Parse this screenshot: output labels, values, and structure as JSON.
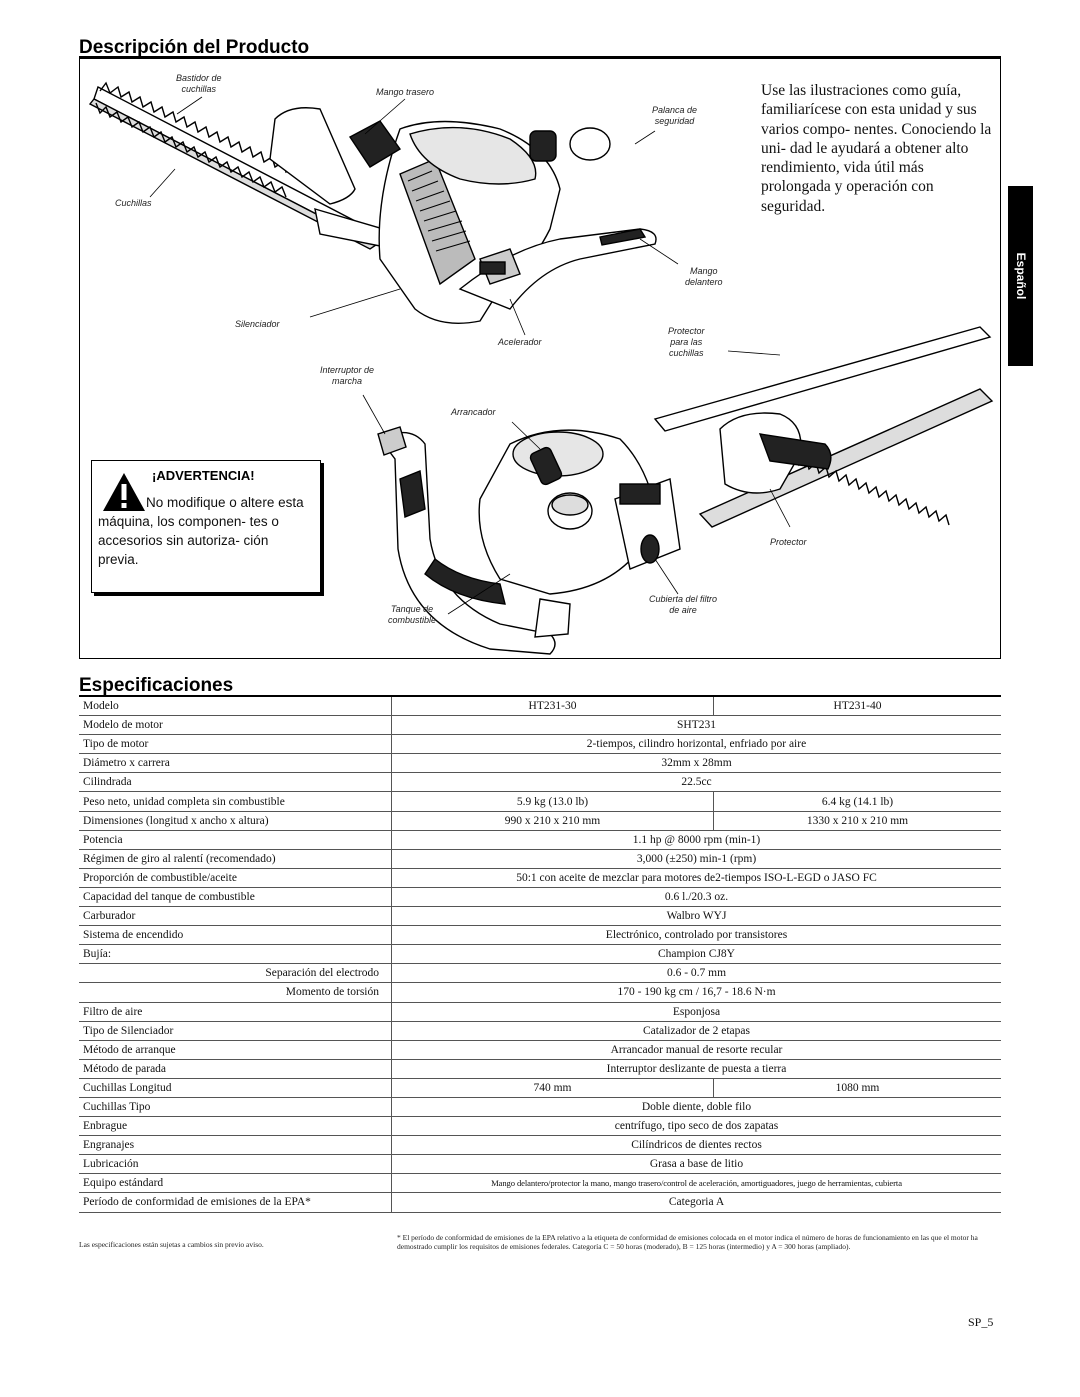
{
  "headings": {
    "description": "Descripción del Producto",
    "specs": "Especificaciones"
  },
  "intro_text": "Use las ilustraciones como guía, familiarícese con esta unidad y sus varios compo- nentes. Conociendo la uni- dad le ayudará a obtener alto rendimiento, vida útil más prolongada y operación con seguridad.",
  "side_tab": "Español",
  "figure_labels": {
    "bastidor": "Bastidor de\ncuchillas",
    "mango_trasero": "Mango trasero",
    "palanca": "Palanca de\nseguridad",
    "cuchillas": "Cuchillas",
    "mango_delantero": "Mango\ndelantero",
    "silenciador": "Silenciador",
    "acelerador": "Acelerador",
    "protector_cuchillas": "Protector\npara las\ncuchillas",
    "interruptor": "Interruptor de\nmarcha",
    "arrancador": "Arrancador",
    "protector": "Protector",
    "tanque": "Tanque de\ncombustible",
    "cubierta": "Cubierta del filtro\nde aire"
  },
  "warning": {
    "title": "¡ADVERTENCIA!",
    "text": "No modifique o altere esta máquina, los componen- tes o accesorios sin autoriza- ción previa."
  },
  "spec_rows": [
    {
      "label": "Modelo",
      "a": "HT231-30",
      "b": "HT231-40"
    },
    {
      "label": "Modelo de motor",
      "v": "SHT231"
    },
    {
      "label": "Tipo de motor",
      "v": "2-tiempos, cilindro horizontal, enfriado por aire"
    },
    {
      "label": "Diámetro x carrera",
      "v": "32mm x 28mm"
    },
    {
      "label": "Cilindrada",
      "v": "22.5cc"
    },
    {
      "label": "Peso neto, unidad completa sin combustible",
      "a": "5.9 kg (13.0 lb)",
      "b": "6.4 kg (14.1 lb)"
    },
    {
      "label": "Dimensiones (longitud x ancho x altura)",
      "a": "990 x 210 x 210 mm",
      "b": "1330 x 210 x 210 mm"
    },
    {
      "label": "Potencia",
      "v": "1.1 hp @ 8000 rpm (min-1)"
    },
    {
      "label": "Régimen de giro al ralentí (recomendado)",
      "v": "3,000 (±250) min-1 (rpm)"
    },
    {
      "label": "Proporción de combustible/aceite",
      "v": "50:1 con aceite de mezclar para motores de2-tiempos ISO-L-EGD o JASO FC"
    },
    {
      "label": "Capacidad del tanque de combustible",
      "v": "0.6 l./20.3 oz."
    },
    {
      "label": "Carburador",
      "v": "Walbro WYJ"
    },
    {
      "label": "Sistema de encendido",
      "v": "Electrónico, controlado por transistores"
    },
    {
      "label": "Bujía:",
      "v": "Champion CJ8Y"
    },
    {
      "label": "Separación del electrodo",
      "v": "0.6 - 0.7 mm",
      "indent": true
    },
    {
      "label": "Momento de torsión",
      "v": "170 - 190 kg cm / 16,7 - 18.6 N·m",
      "indent": true
    },
    {
      "label": "Filtro de aire",
      "v": "Esponjosa"
    },
    {
      "label": "Tipo de Silenciador",
      "v": "Catalizador de 2 etapas"
    },
    {
      "label": "Método de arranque",
      "v": "Arrancador manual de resorte recular"
    },
    {
      "label": "Método de parada",
      "v": "Interruptor deslizante de puesta a tierra"
    },
    {
      "label": "Cuchillas Longitud",
      "a": "740 mm",
      "b": "1080 mm"
    },
    {
      "label": "Cuchillas Tipo",
      "v": "Doble diente, doble filo"
    },
    {
      "label": "Enbrague",
      "v": "centrífugo, tipo seco de dos zapatas"
    },
    {
      "label": "Engranajes",
      "v": "Cilíndricos  de dientes rectos"
    },
    {
      "label": "Lubricación",
      "v": "Grasa a base de litio"
    },
    {
      "label": "Equipo estándard",
      "v": "Mango delantero/protector la mano, mango trasero/control de aceleración, amortiguadores, juego de herramientas, cubierta",
      "small": true
    },
    {
      "label": "Período de conformidad de emisiones de la EPA*",
      "v": "Categoria A"
    }
  ],
  "footnote_left": "Las especificaciones están sujetas a cambios sin previo aviso.",
  "footnote_right": "* El período de conformidad de emisiones de la EPA relativo a la etiqueta de conformidad de emisiones colocada en el motor indica el número de horas de funcionamiento en las que el motor ha demostrado cumplir los requisitos de emisiones federales.  Categoría C = 50 horas (moderado), B = 125 horas (intermedio) y A = 300 horas (ampliado).",
  "page_number": "SP_5"
}
